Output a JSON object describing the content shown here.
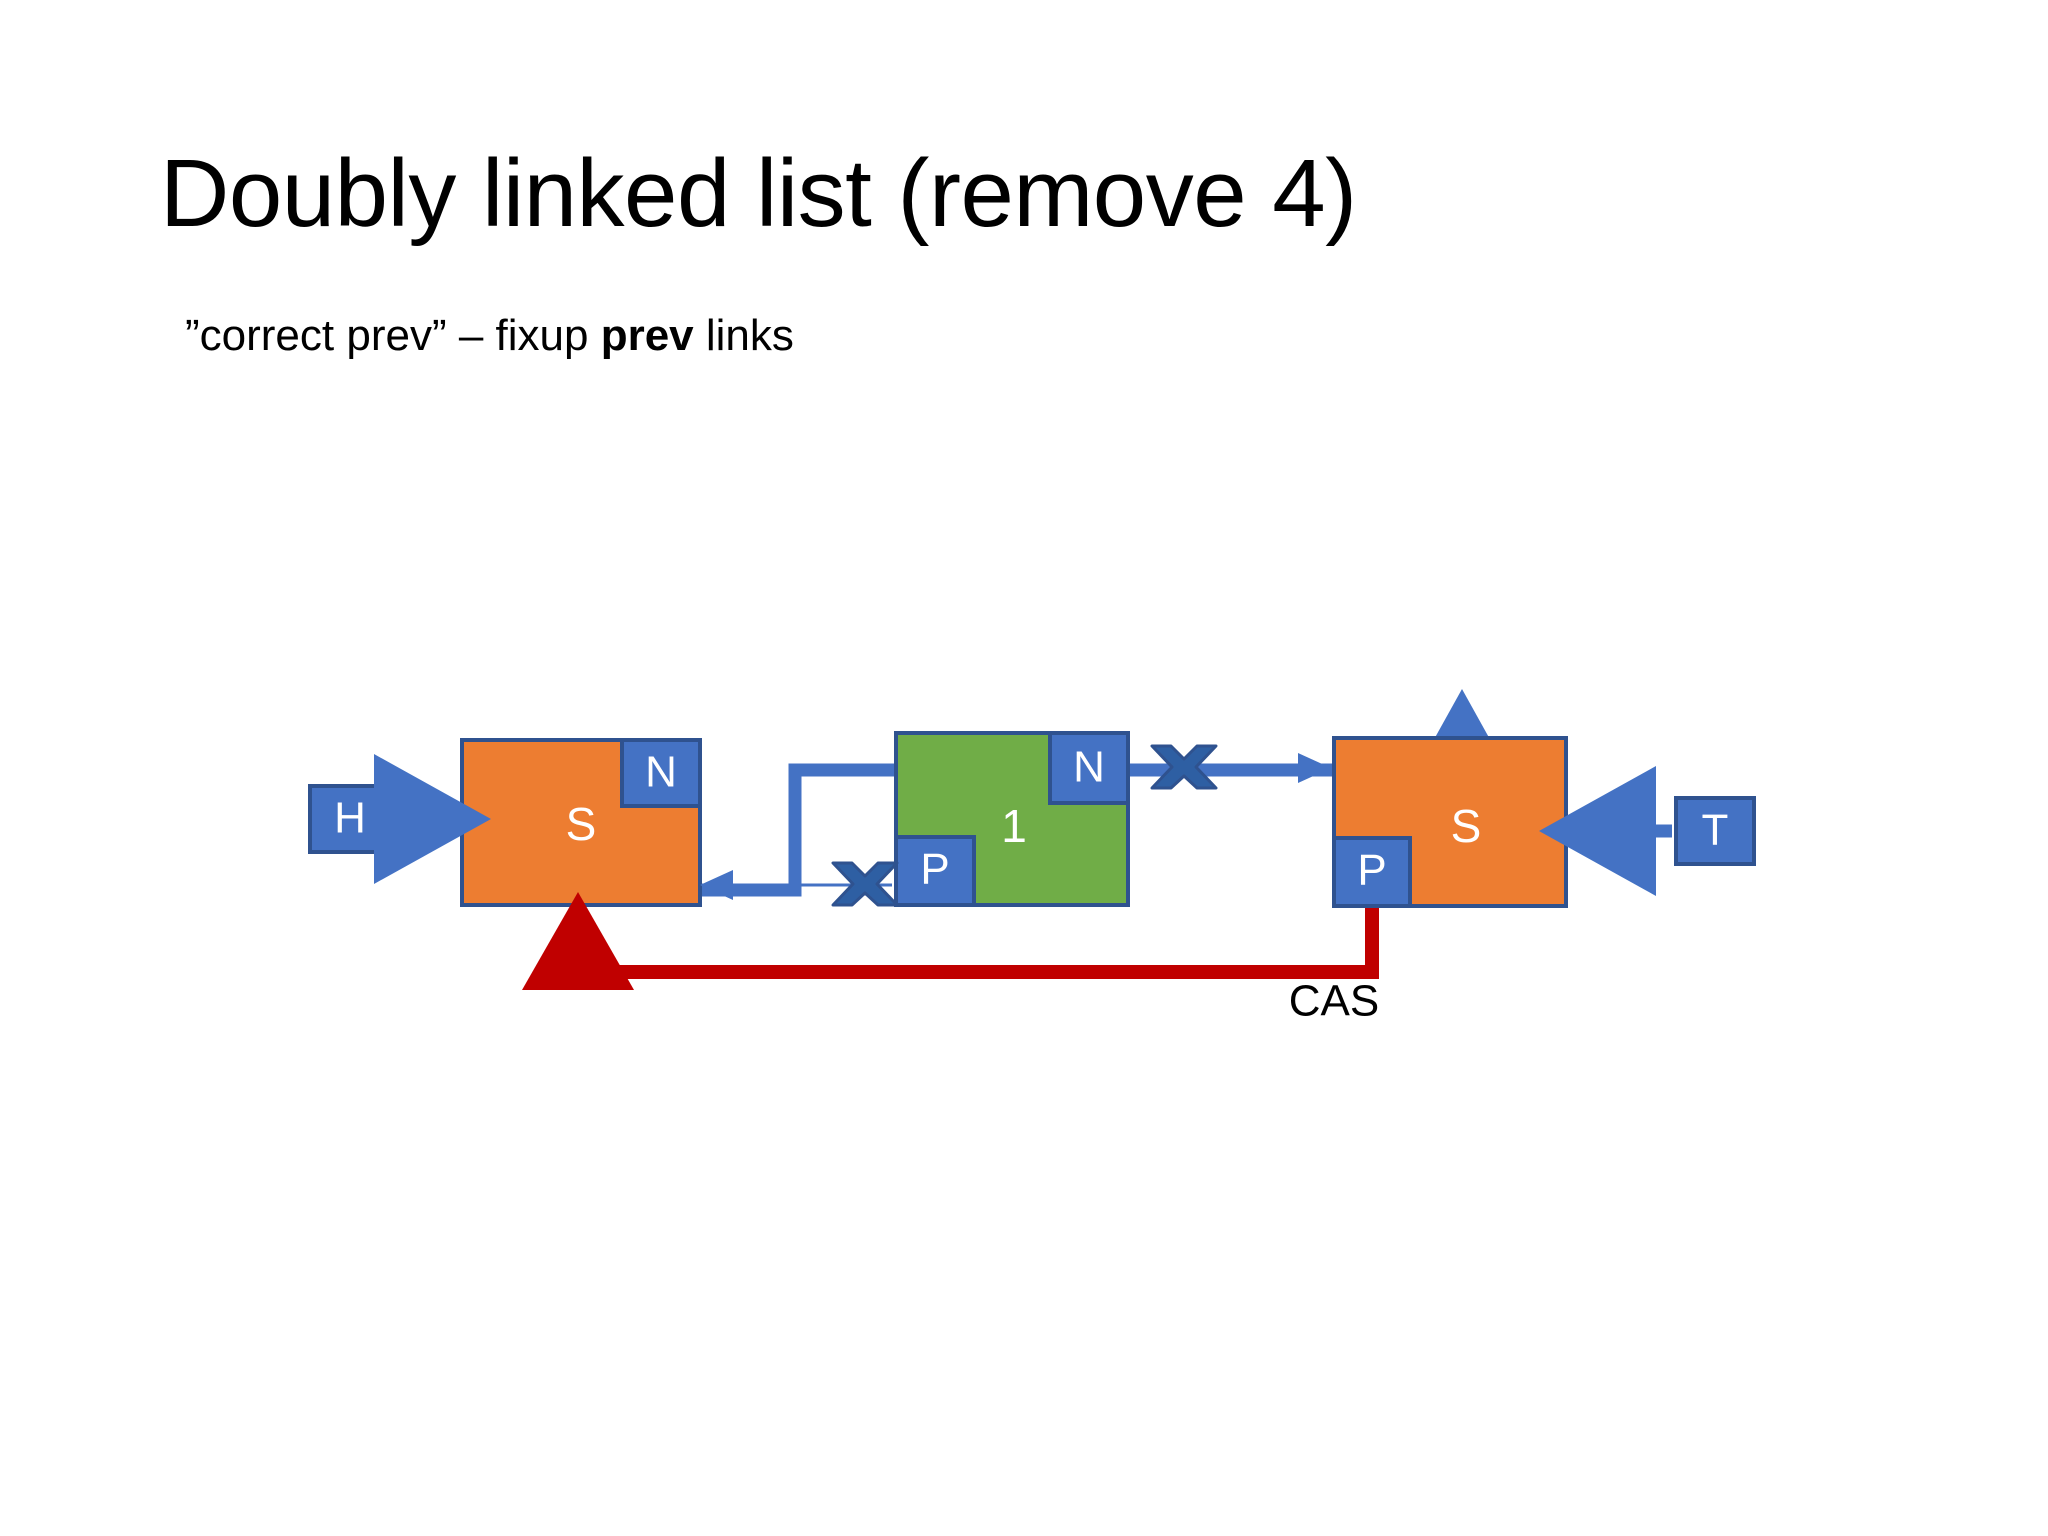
{
  "slide": {
    "title": "Doubly linked list (remove 4)",
    "subtitle": {
      "before": "”correct prev” – fixup ",
      "bold": "prev",
      "after": " links"
    }
  },
  "colors": {
    "orange": "#ED7D31",
    "green": "#70AD47",
    "blue": "#4472C4",
    "blue_border": "#2F528F",
    "blue_thin_arrow": "#4472C4",
    "red": "#C00000",
    "white": "#FFFFFF",
    "black": "#000000",
    "background": "#FFFFFF"
  },
  "diagram": {
    "type": "doubly-linked-list-remove",
    "head_pointer": {
      "label": "H",
      "name": "head-pointer"
    },
    "tail_pointer": {
      "label": "T",
      "name": "tail-pointer"
    },
    "nodes": [
      {
        "name": "node-left-sentinel",
        "label": "S",
        "fill": "orange",
        "fields": [
          {
            "label": "N",
            "position": "top-right"
          }
        ]
      },
      {
        "name": "node-middle-removed",
        "label": "1",
        "fill": "green",
        "fields": [
          {
            "label": "N",
            "position": "top-right"
          },
          {
            "label": "P",
            "position": "bottom-left"
          }
        ]
      },
      {
        "name": "node-right-sentinel",
        "label": "S",
        "fill": "orange",
        "fields": [
          {
            "label": "P",
            "position": "bottom-left"
          }
        ]
      }
    ],
    "edges": [
      {
        "name": "edge-head-to-left-node",
        "style": "thick-blue",
        "crossed": false
      },
      {
        "name": "edge-tail-to-right-node",
        "style": "thick-blue",
        "crossed": false
      },
      {
        "name": "edge-left-next-to-right-node",
        "style": "thick-blue-elbow",
        "crossed": false
      },
      {
        "name": "edge-middle-next-to-right-node",
        "style": "thin-blue",
        "crossed": true
      },
      {
        "name": "edge-middle-prev-to-left-node",
        "style": "thin-blue",
        "crossed": true
      },
      {
        "name": "edge-right-prev-to-left-node",
        "style": "thick-red-elbow",
        "crossed": false,
        "annotation": "CAS"
      }
    ],
    "annotation": {
      "label": "CAS",
      "name": "cas-label"
    }
  }
}
